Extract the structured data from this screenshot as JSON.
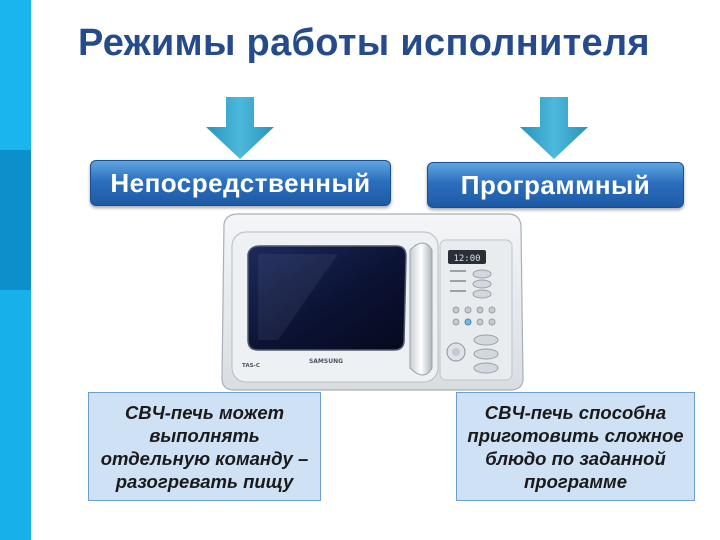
{
  "slide": {
    "title": "Режимы работы исполнителя"
  },
  "modes": [
    {
      "label": "Непосредственный",
      "description": "СВЧ-печь может выполнять отдельную команду – разогревать пищу"
    },
    {
      "label": "Программный",
      "description": "СВЧ-печь способна приготовить сложное блюдо по заданной программе"
    }
  ],
  "microwave": {
    "display": "12:00",
    "brand": "SAMSUNG",
    "model": "TAS-C"
  },
  "colors": {
    "title": "#264b8c",
    "arrow": "#35a3c7",
    "mode_button": "#2c6fbe",
    "description_fill": "#cfe1f5",
    "sidebar": "#10a9e6"
  }
}
